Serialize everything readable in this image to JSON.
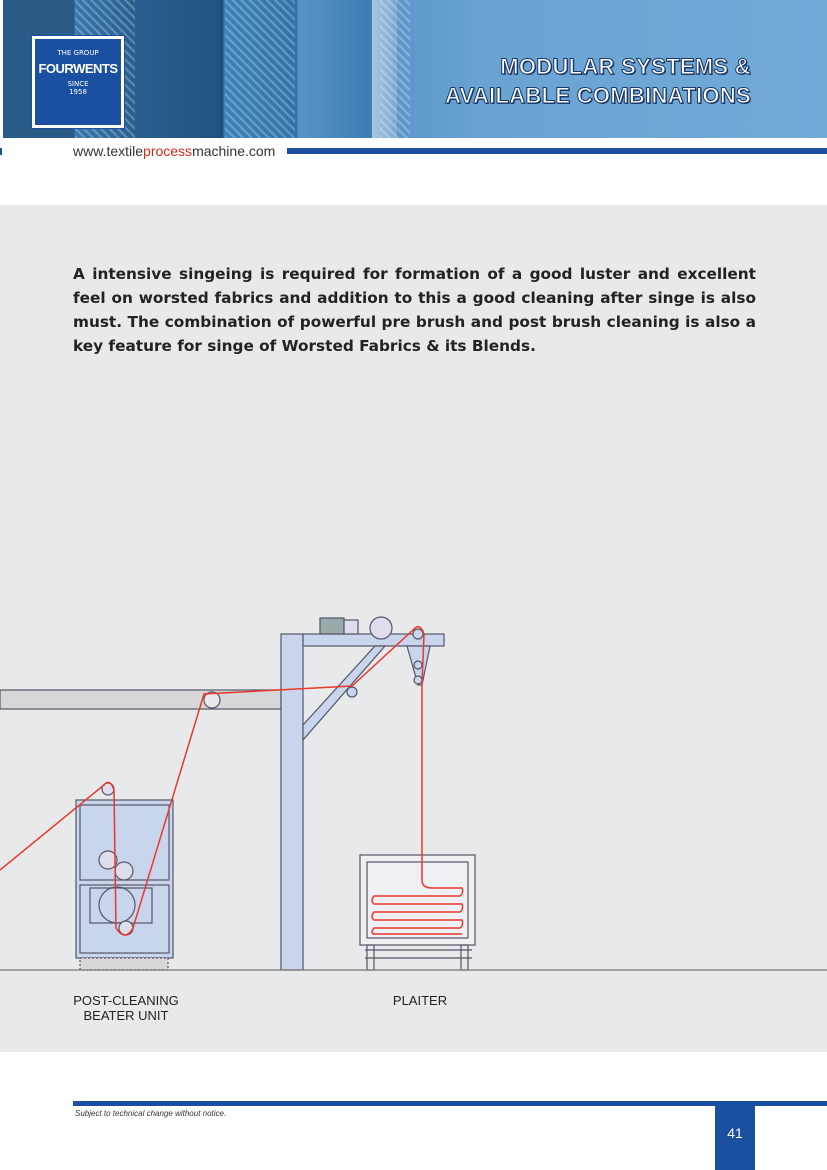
{
  "header": {
    "logo": {
      "top": "THE GROUP",
      "brand": "FOURWENTS",
      "since": "SINCE",
      "year": "1958"
    },
    "title_line1": "MODULAR SYSTEMS &",
    "title_line2": "AVAILABLE COMBINATIONS",
    "url_prefix": "www.textile",
    "url_highlight": "process",
    "url_suffix": "machine.com"
  },
  "body": {
    "paragraph": "A intensive singeing is required for formation of a good luster  and excellent feel on worsted fabrics and addition to this a good cleaning after singe is also must. The combination of powerful pre brush and post brush cleaning is also a key feature for singe of Worsted Fabrics & its Blends."
  },
  "diagram": {
    "label_beater_1": "POST-CLEANING",
    "label_beater_2": "BEATER UNIT",
    "label_plaiter": "PLAITER",
    "fabric_color": "#e8392a",
    "machine_color": "#c9d5ec"
  },
  "footer": {
    "note": "Subject to technical change without notice.",
    "page": "41"
  }
}
